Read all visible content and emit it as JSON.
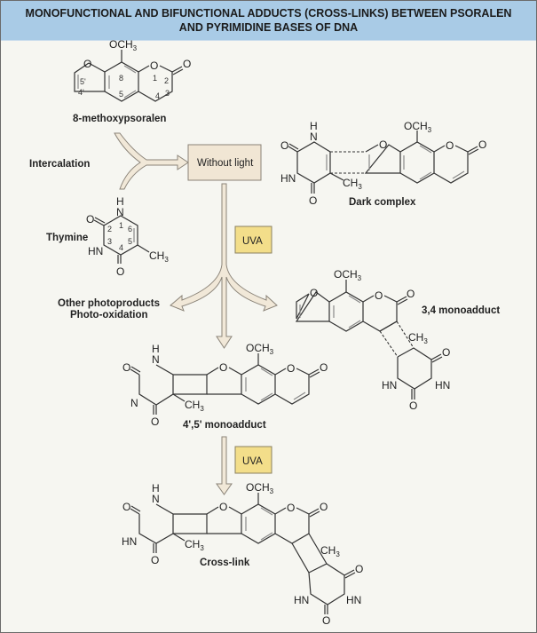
{
  "header": {
    "title_line1": "MONOFUNCTIONAL AND BIFUNCTIONAL ADDUCTS (CROSS-LINKS) BETWEEN PSORALEN",
    "title_line2": "AND PYRIMIDINE BASES OF DNA"
  },
  "colors": {
    "header_bg": "#a9cbe6",
    "page_bg": "#f6f6f1",
    "box_without_light": "#f1e6d4",
    "box_uva": "#f3de8a",
    "arrow_fill": "#f1e8d8"
  },
  "labels": {
    "psoralen": "8-methoxypsoralen",
    "intercalation": "Intercalation",
    "thymine": "Thymine",
    "without_light": "Without light",
    "dark_complex": "Dark complex",
    "uva_1": "UVA",
    "uva_2": "UVA",
    "other_photoproducts": "Other photoproducts",
    "photo_oxidation": "Photo-oxidation",
    "monoadduct_34": "3,4 monoadduct",
    "monoadduct_45": "4',5' monoadduct",
    "cross_link": "Cross-link"
  },
  "atoms": {
    "och3": "OCH",
    "ch3": "CH",
    "sub3": "3",
    "o": "O",
    "n": "N",
    "h": "H",
    "hn": "HN"
  },
  "psoralen_numbers": [
    "8",
    "1",
    "2",
    "3",
    "4",
    "5",
    "5'",
    "4'"
  ],
  "thymine_numbers": [
    "1",
    "2",
    "3",
    "4",
    "5",
    "6"
  ]
}
